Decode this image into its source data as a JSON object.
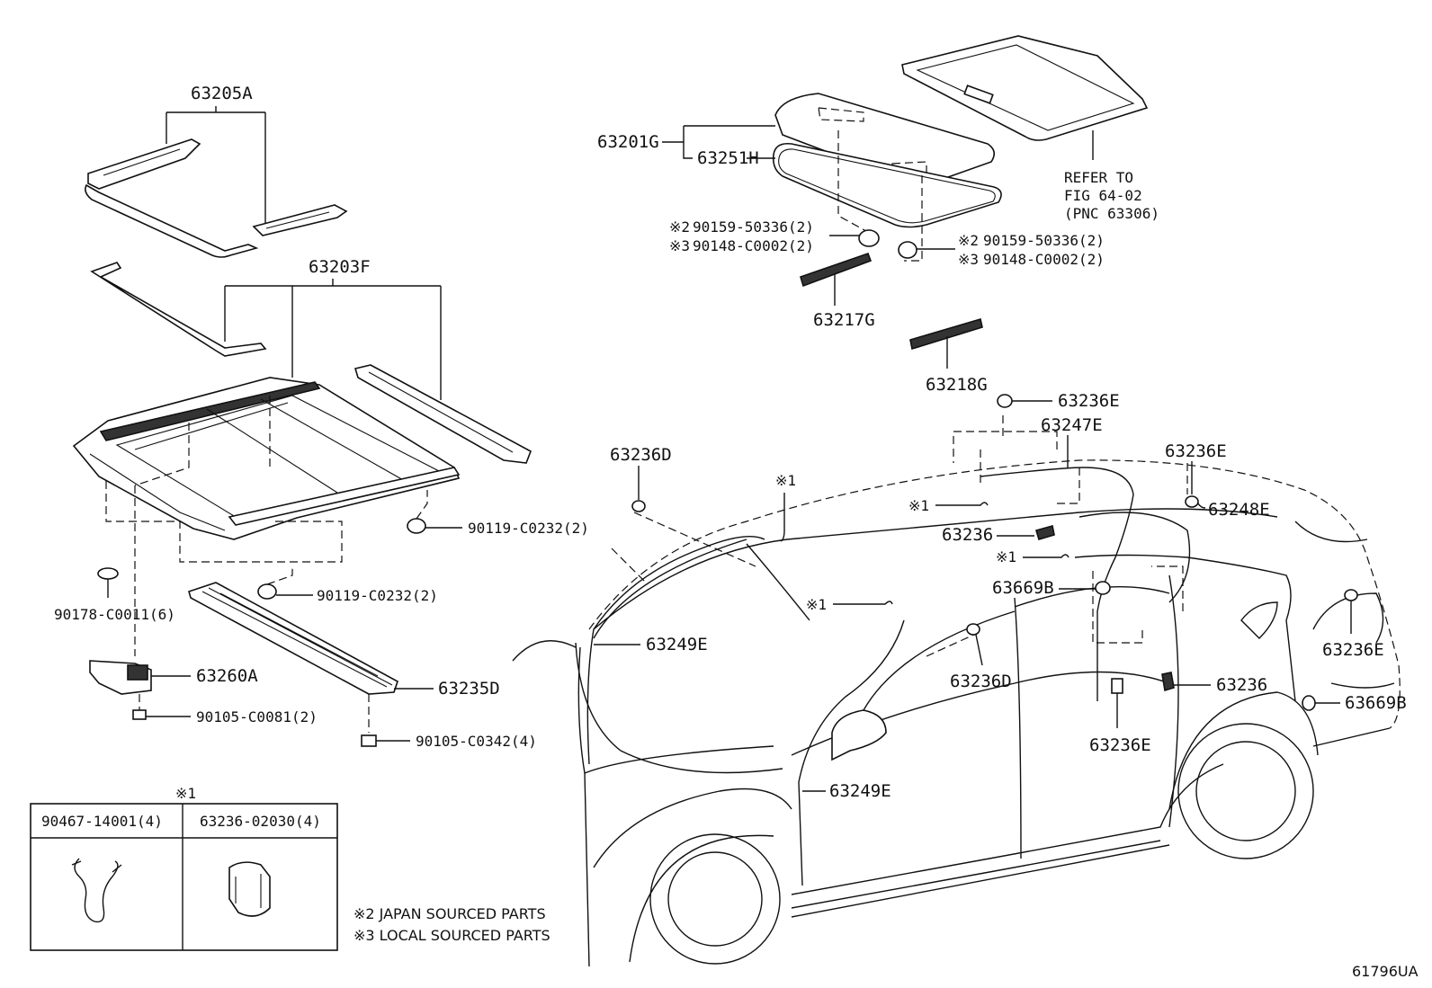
{
  "parts": {
    "p63205A": "63205A",
    "p63203F": "63203F",
    "p90178": "90178-C0011(6)",
    "p63260A": "63260A",
    "p90105_0081": "90105-C0081(2)",
    "p90119_a": "90119-C0232(2)",
    "p90119_b": "90119-C0232(2)",
    "p63235D": "63235D",
    "p90105_0342": "90105-C0342(4)",
    "p63201G": "63201G",
    "p63251H": "63251H",
    "p90159_l": "90159-50336(2)",
    "p90148_l": "90148-C0002(2)",
    "p90159_r": "90159-50336(2)",
    "p90148_r": "90148-C0002(2)",
    "p63217G": "63217G",
    "p63218G": "63218G",
    "p63236E_top": "63236E",
    "p63247E": "63247E",
    "p63236E_r1": "63236E",
    "p63248E": "63248E",
    "p63236D_l": "63236D",
    "p63236_a": "63236",
    "p63669B_a": "63669B",
    "p63249E_a": "63249E",
    "p63236D_m": "63236D",
    "p63236_b": "63236",
    "p63236E_r2": "63236E",
    "p63669B_b": "63669B",
    "p63236E_bot": "63236E",
    "p63249E_b": "63249E"
  },
  "marks": {
    "m2": "※2",
    "m3": "※3",
    "m1": "※1"
  },
  "refer": {
    "line1": "REFER TO",
    "line2": "FIG 64-02",
    "line3": "(PNC 63306)"
  },
  "table": {
    "title": "※1",
    "col1": "90467-14001(4)",
    "col2": "63236-02030(4)"
  },
  "notes": {
    "n2": "※2 JAPAN SOURCED PARTS",
    "n3": "※3 LOCAL SOURCED PARTS"
  },
  "figure_id": "61796UA"
}
